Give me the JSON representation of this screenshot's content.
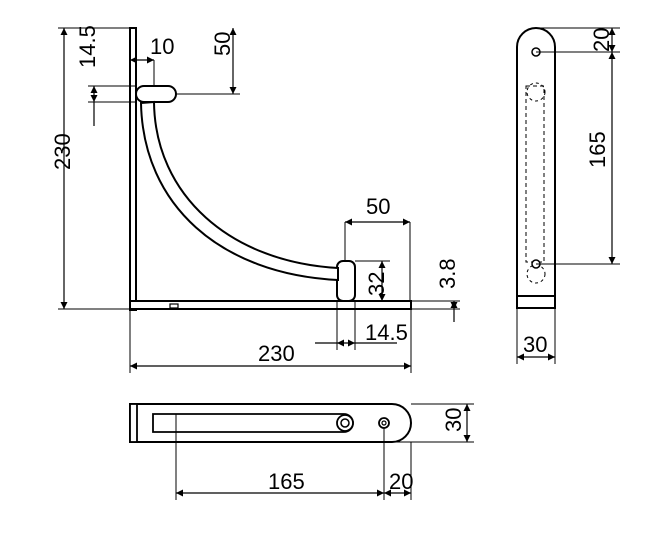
{
  "drawing": {
    "front_view": {
      "height_total": "230",
      "upper_arm_offset": "14.5",
      "upper_pin_width": "10",
      "upper_vertical_offset": "50",
      "lower_pin_height": "50",
      "lower_pin_size": "32",
      "lower_offset": "14.5",
      "base_thickness": "3.8",
      "base_length": "230"
    },
    "side_view": {
      "top_hole_offset": "20",
      "hole_spacing": "165",
      "width": "30"
    },
    "bottom_view": {
      "hole_spacing": "165",
      "end_offset": "20",
      "width": "30"
    }
  }
}
